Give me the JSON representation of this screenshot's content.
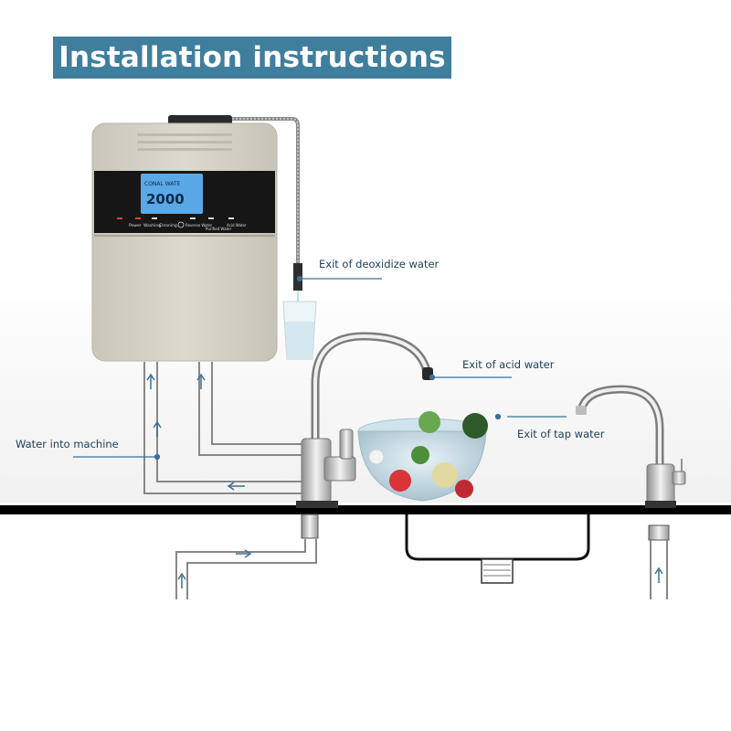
{
  "title": "Installation instructions",
  "labels": {
    "deoxidize": "Exit of deoxidize water",
    "acid": "Exit of acid water",
    "tap": "Exit of tap water",
    "inflow": "Water into machine"
  },
  "device": {
    "buttons": [
      "Power",
      "Washing",
      "Cleaning"
    ],
    "modes": [
      "Reverse Water",
      "Purified Water",
      "Acid Water"
    ],
    "display_digits": "2000",
    "display_top": "CONAL WATE"
  },
  "colors": {
    "banner": "#3f7f9d",
    "label_text": "#1c3f57",
    "arrow": "#3a6f96",
    "counter": "#000000",
    "device_body": "#d6d3c8"
  }
}
